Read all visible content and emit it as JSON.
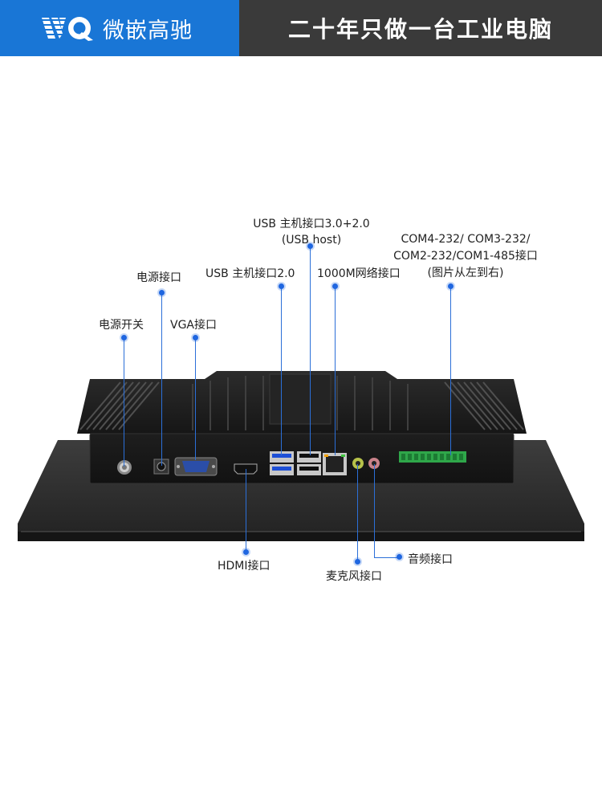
{
  "header": {
    "brand_name": "微嵌高驰",
    "slogan": "二十年只做一台工业电脑",
    "brand_color": "#1976d6",
    "slogan_bg": "#3a3a3a"
  },
  "labels": {
    "power_switch": "电源开关",
    "power_port": "电源接口",
    "vga": "VGA接口",
    "usb20": "USB 主机接口2.0",
    "usb30_line1": "USB 主机接口3.0+2.0",
    "usb30_line2": "(USB host)",
    "lan": "1000M网络接口",
    "com_line1": "COM4-232/ COM3-232/",
    "com_line2": "COM2-232/COM1-485接口",
    "com_line3": "(图片从左到右)",
    "hdmi": "HDMI接口",
    "mic": "麦克风接口",
    "audio": "音频接口"
  },
  "callout_color": "#2b6fd8"
}
